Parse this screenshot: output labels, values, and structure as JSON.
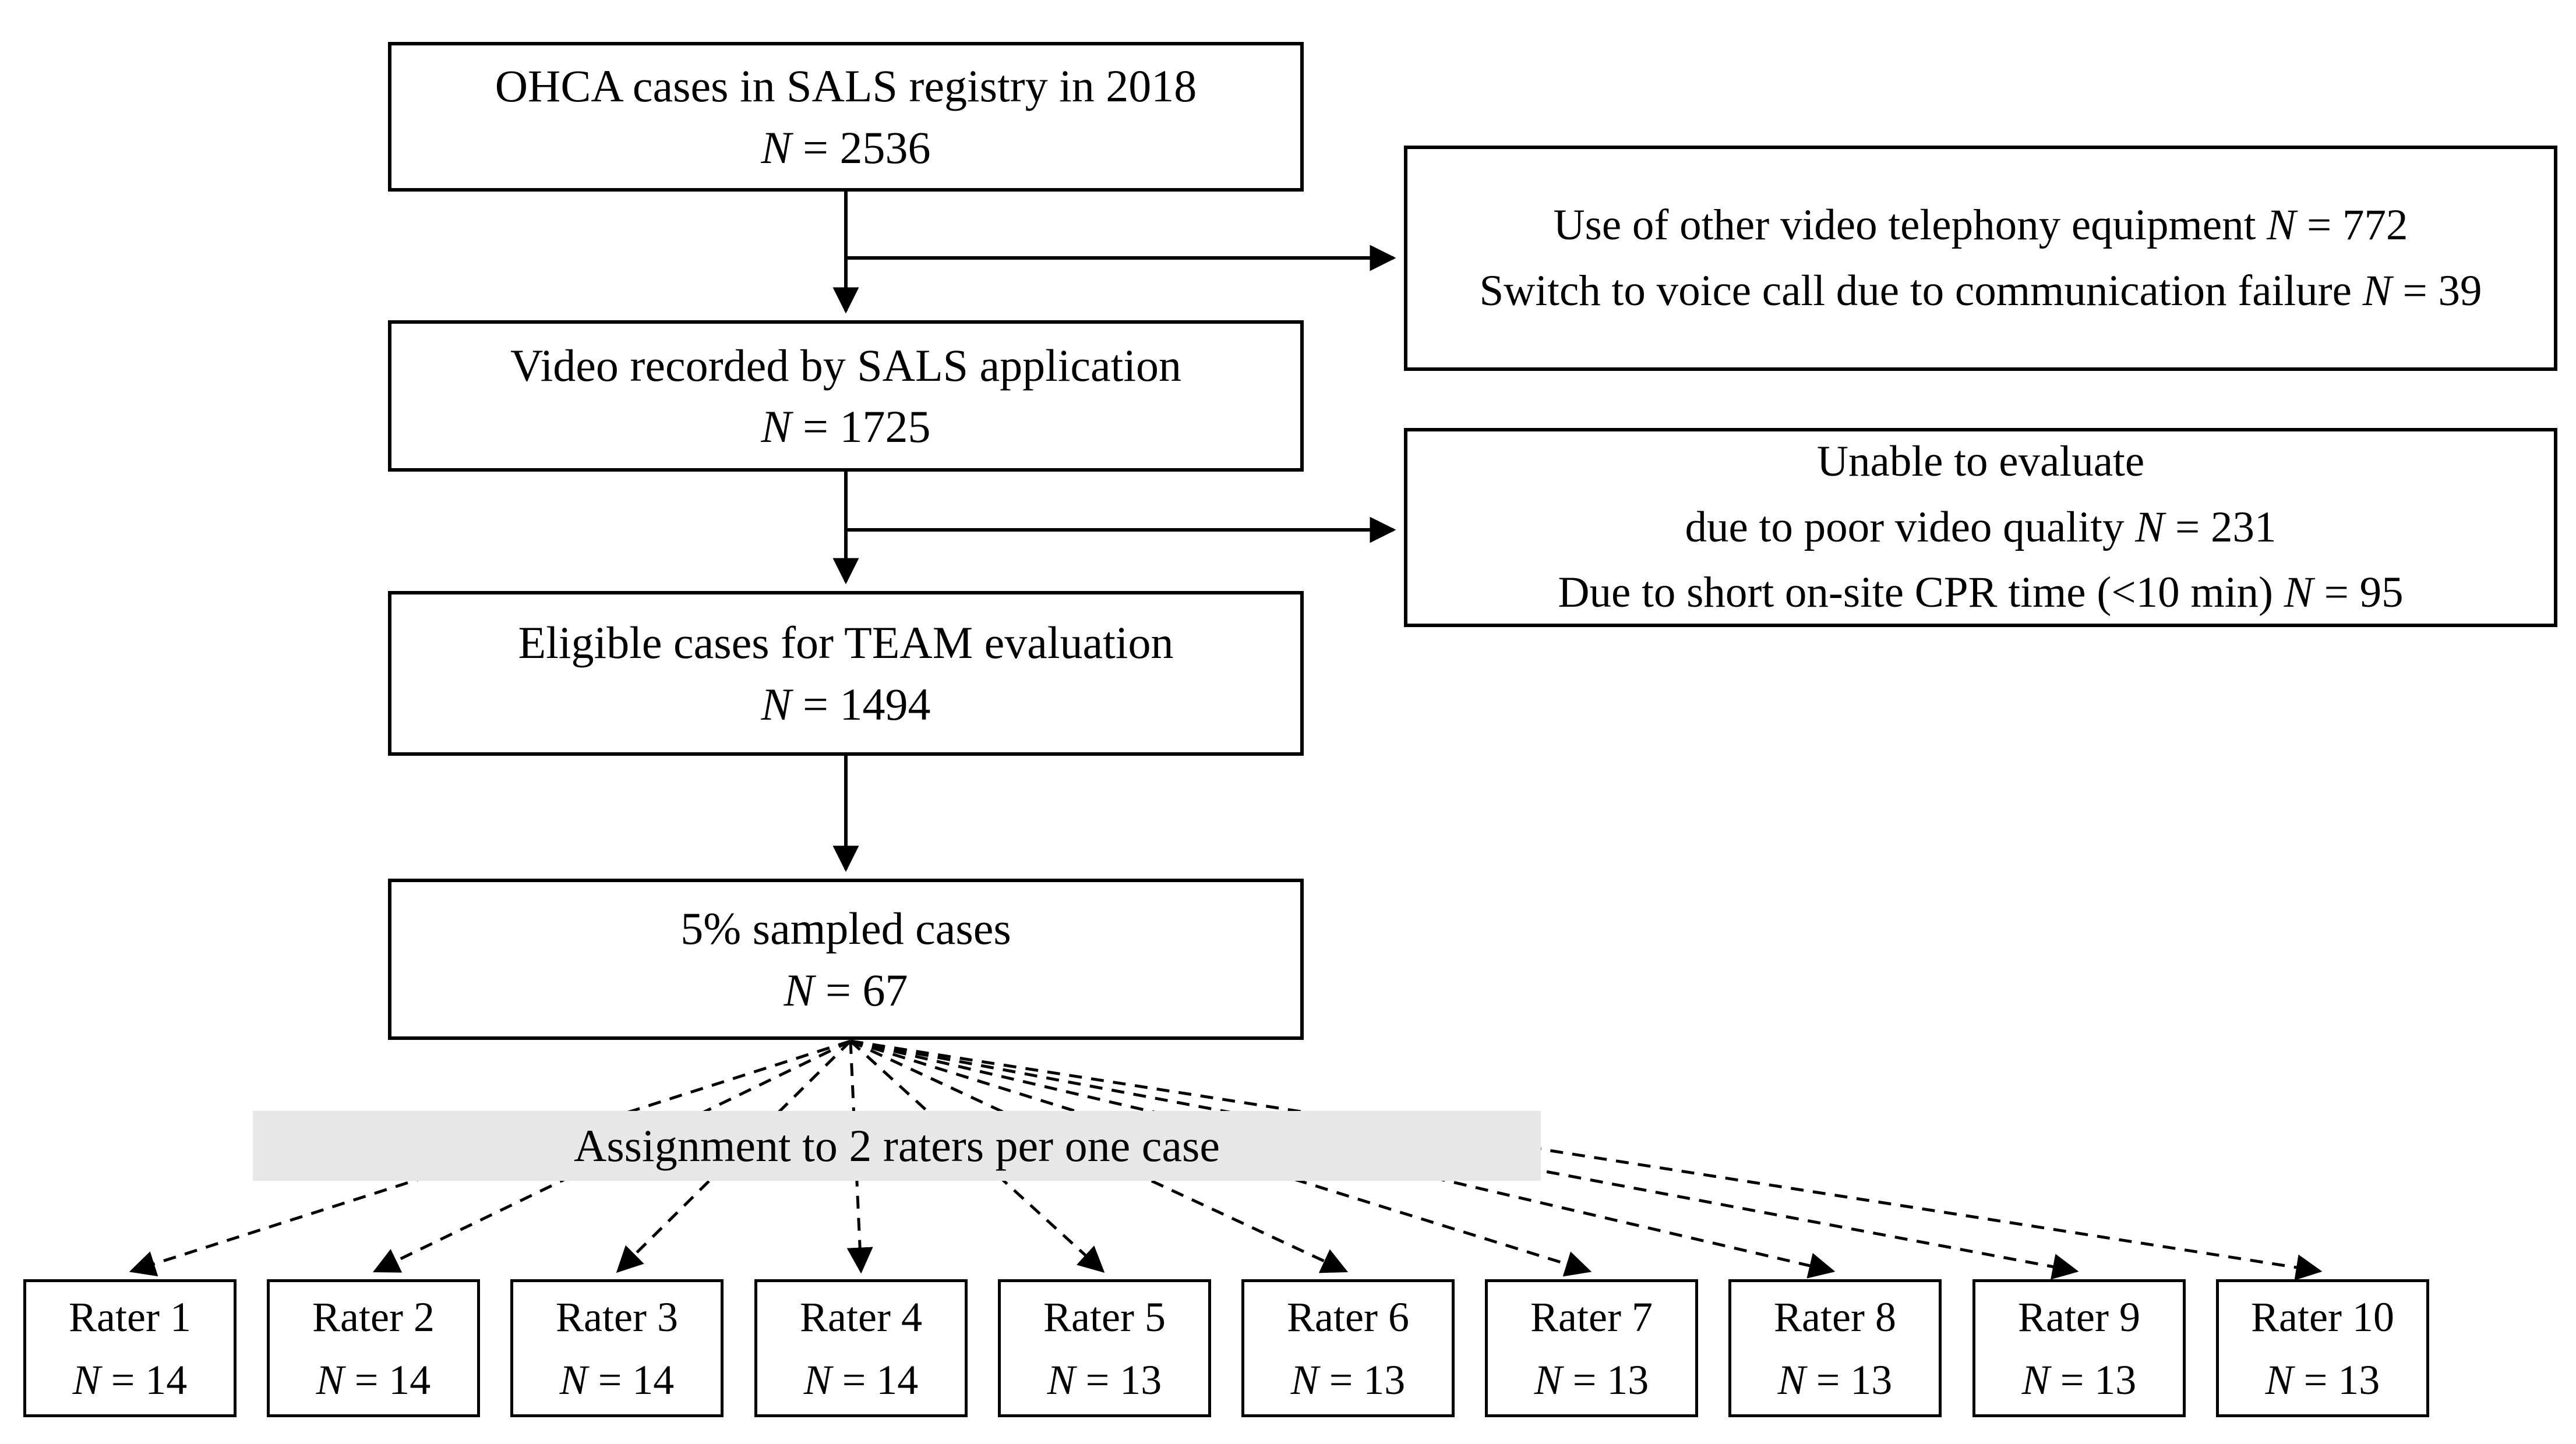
{
  "diagram": {
    "boxes": {
      "registry": {
        "title": "OHCA cases in SALS registry in 2018",
        "n": "N",
        "value": " = 2536"
      },
      "video": {
        "title": "Video recorded by SALS application",
        "n": "N",
        "value": " = 1725"
      },
      "eligible": {
        "title": "Eligible cases for TEAM evaluation",
        "n": "N",
        "value": " = 1494"
      },
      "sampled": {
        "title": "5% sampled cases",
        "n": "N",
        "value": " = 67"
      }
    },
    "exclusions": {
      "first": {
        "lines": [
          {
            "pre": "Use of other video telephony equipment ",
            "n": "N",
            "post": " = 772"
          },
          {
            "pre": "Switch to voice call due to communication failure ",
            "n": "N",
            "post": " = 39"
          }
        ]
      },
      "second": {
        "lines": [
          {
            "pre": "Unable to evaluate",
            "n": "",
            "post": ""
          },
          {
            "pre": "due to poor video quality ",
            "n": "N",
            "post": " = 231"
          },
          {
            "pre": "Due to short on-site CPR time (<10 min) ",
            "n": "N",
            "post": " = 95"
          }
        ]
      }
    },
    "assignment": {
      "label": "Assignment to 2 raters per one case"
    },
    "raters": [
      {
        "label": "Rater 1",
        "n": "N",
        "value": " = 14"
      },
      {
        "label": "Rater 2",
        "n": "N",
        "value": " = 14"
      },
      {
        "label": "Rater 3",
        "n": "N",
        "value": " = 14"
      },
      {
        "label": "Rater 4",
        "n": "N",
        "value": " = 14"
      },
      {
        "label": "Rater 5",
        "n": "N",
        "value": " = 13"
      },
      {
        "label": "Rater 6",
        "n": "N",
        "value": " = 13"
      },
      {
        "label": "Rater 7",
        "n": "N",
        "value": " = 13"
      },
      {
        "label": "Rater 8",
        "n": "N",
        "value": " = 13"
      },
      {
        "label": "Rater 9",
        "n": "N",
        "value": " = 13"
      },
      {
        "label": "Rater 10",
        "n": "N",
        "value": " = 13"
      }
    ],
    "colors": {
      "band": "#e7e7e7",
      "line": "#000000",
      "background": "#ffffff"
    }
  }
}
